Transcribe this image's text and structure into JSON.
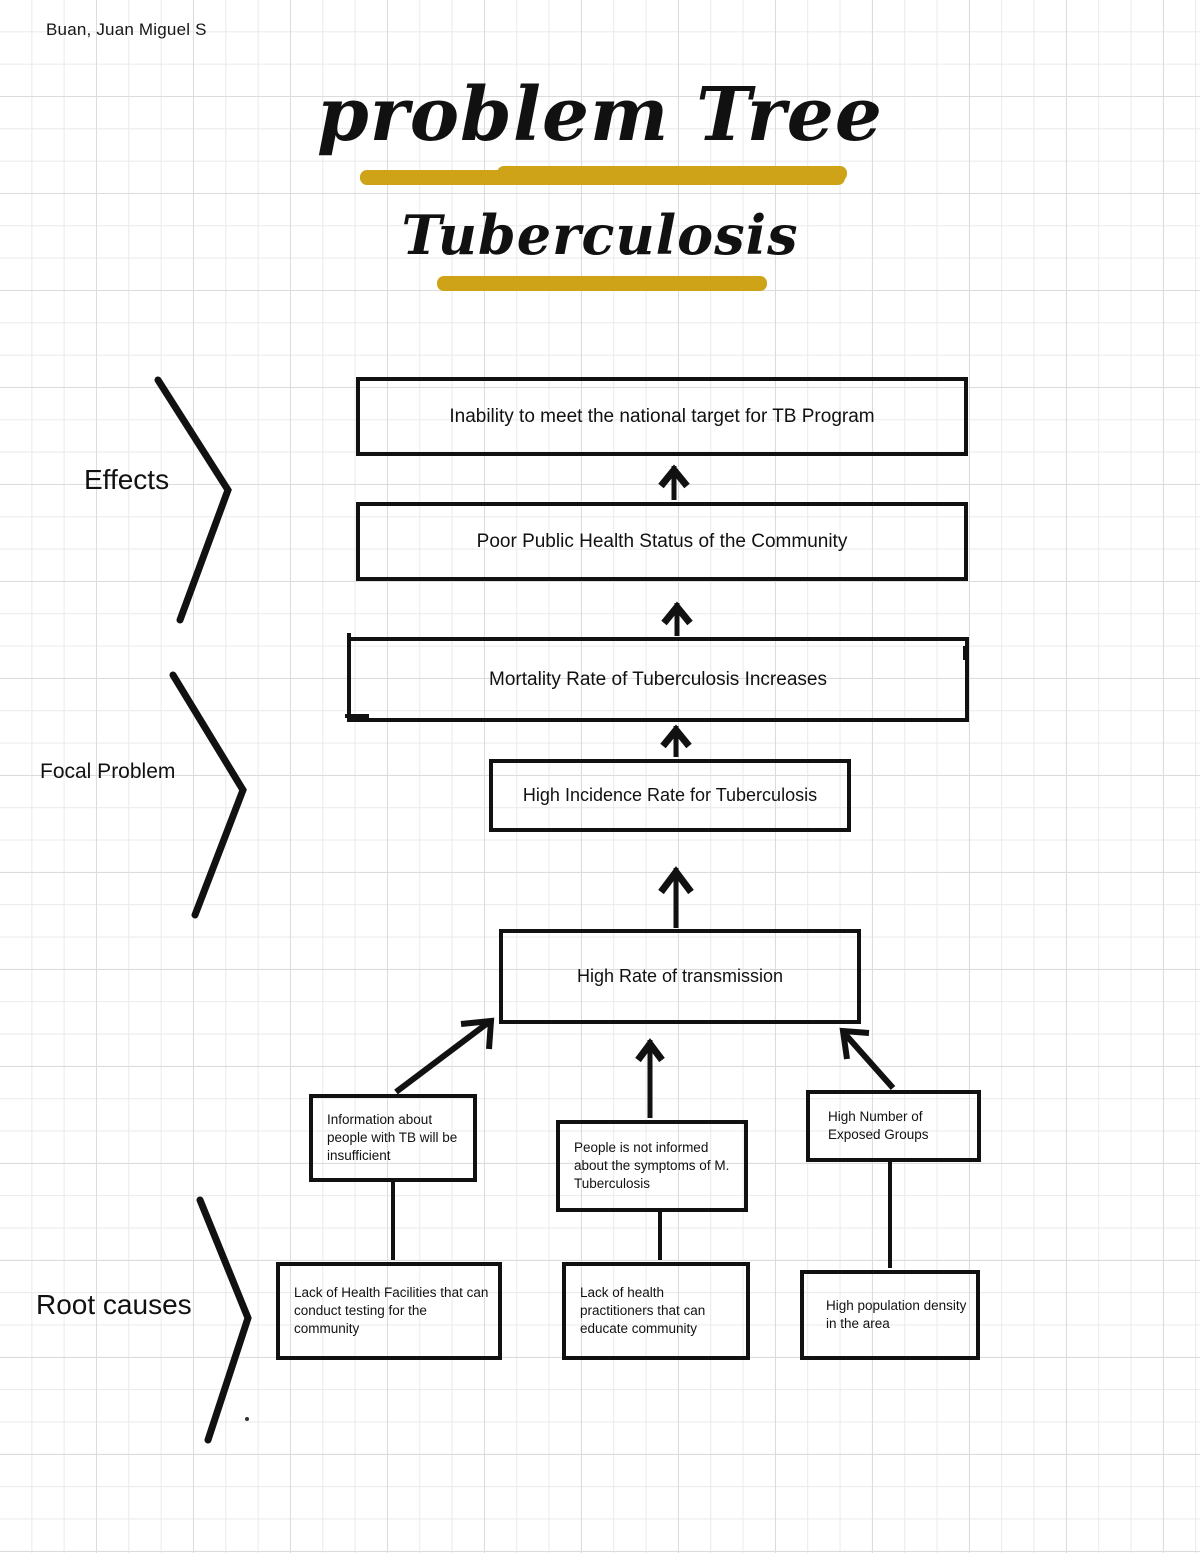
{
  "document": {
    "student_name": "Buan, Juan Miguel S",
    "title": "problem Tree",
    "subtitle": "Tuberculosis",
    "highlight_color": "#cfa317",
    "ink_color": "#111111",
    "paper": "grid-paper"
  },
  "sections": {
    "effects_label": "Effects",
    "focal_label": "Focal Problem",
    "root_label": "Root causes"
  },
  "diagram": {
    "type": "problem-tree",
    "effects": [
      {
        "id": "inability",
        "text": "Inability to meet the national target for TB Program"
      },
      {
        "id": "poor_health",
        "text": "Poor Public Health Status of the Community"
      },
      {
        "id": "mortality",
        "text": "Mortality Rate of Tuberculosis Increases"
      }
    ],
    "focal_problem": {
      "id": "incidence",
      "text": "High Incidence Rate for Tuberculosis"
    },
    "intermediate": {
      "id": "transmission",
      "text": "High Rate of transmission"
    },
    "secondary_causes": [
      {
        "id": "info",
        "text": "Information about people with TB will be insufficient"
      },
      {
        "id": "symptoms",
        "text": "People is not informed about the symptoms of M. Tuberculosis"
      },
      {
        "id": "exposed",
        "text": "High Number of Exposed Groups"
      }
    ],
    "root_causes": [
      {
        "id": "facilities",
        "text": "Lack of Health Facilities that can conduct testing for the community"
      },
      {
        "id": "practitioners",
        "text": "Lack of health practitioners that can educate community"
      },
      {
        "id": "density",
        "text": "High population density in the area"
      }
    ]
  }
}
